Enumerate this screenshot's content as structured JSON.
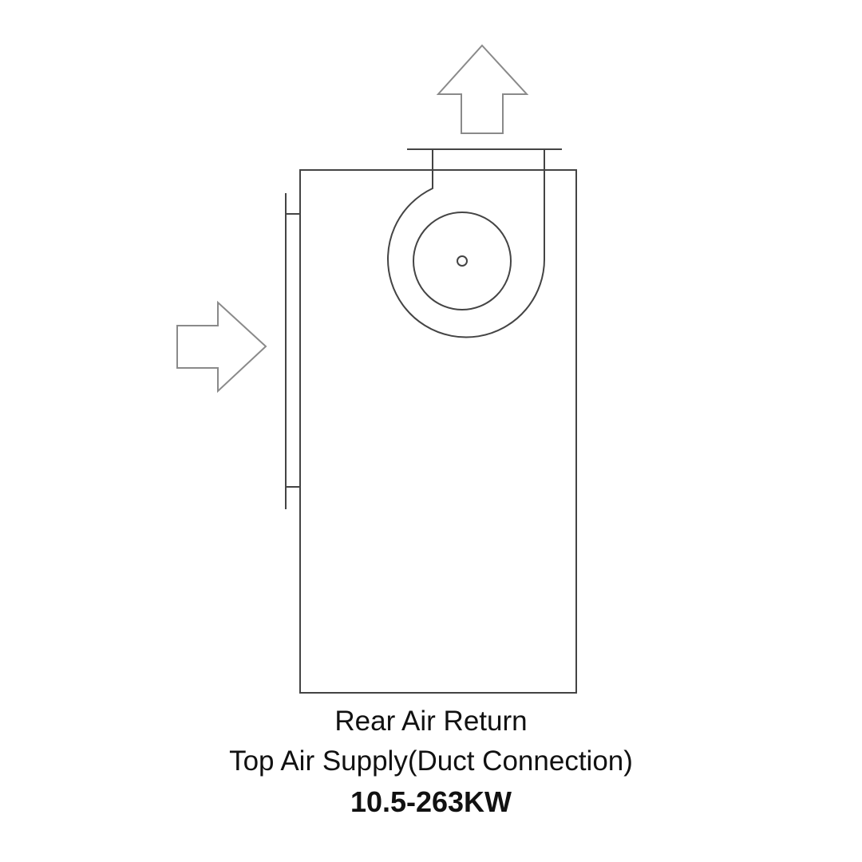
{
  "caption": {
    "line1": "Rear Air Return",
    "line2": "Top Air Supply(Duct Connection)",
    "line3": "10.5-263KW"
  },
  "colors": {
    "outline": "#444444",
    "arrow_outline": "#8a8a8a",
    "text": "#111111",
    "background": "#ffffff"
  }
}
